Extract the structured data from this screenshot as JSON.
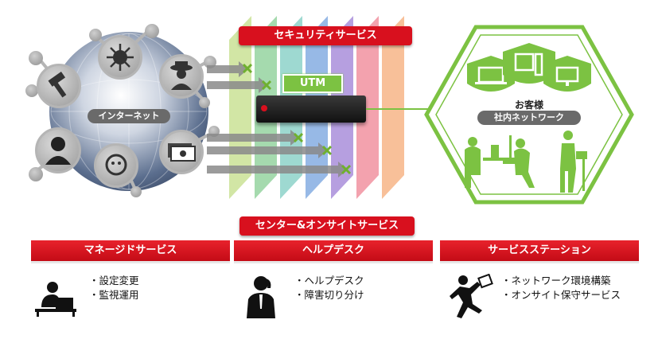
{
  "security_service": "セキュリティサービス",
  "utm": "UTM",
  "internet": "インターネット",
  "customer": "お客様",
  "internal_network": "社内ネットワーク",
  "center_onsite": "センター&オンサイトサービス",
  "columns": [
    {
      "title": "マネージドサービス",
      "items": [
        "・設定変更",
        "・監視運用"
      ]
    },
    {
      "title": "ヘルプデスク",
      "items": [
        "・ヘルプデスク",
        "・障害切り分け"
      ]
    },
    {
      "title": "サービスステーション",
      "items": [
        "・ネットワーク環境構築",
        "・オンサイト保守サービス"
      ]
    }
  ],
  "colors": {
    "red": "#d8101e",
    "green": "#7cc242",
    "grey": "#6a6a6a"
  },
  "icons": [
    "hammer-icon",
    "virus-icon",
    "spy-icon",
    "hacker-icon",
    "face-icon",
    "money-icon",
    "laptop-icon",
    "desktop-icon",
    "monitor-icon",
    "office-people-icon",
    "office-worker-icon",
    "phone-person-icon",
    "running-person-icon"
  ]
}
